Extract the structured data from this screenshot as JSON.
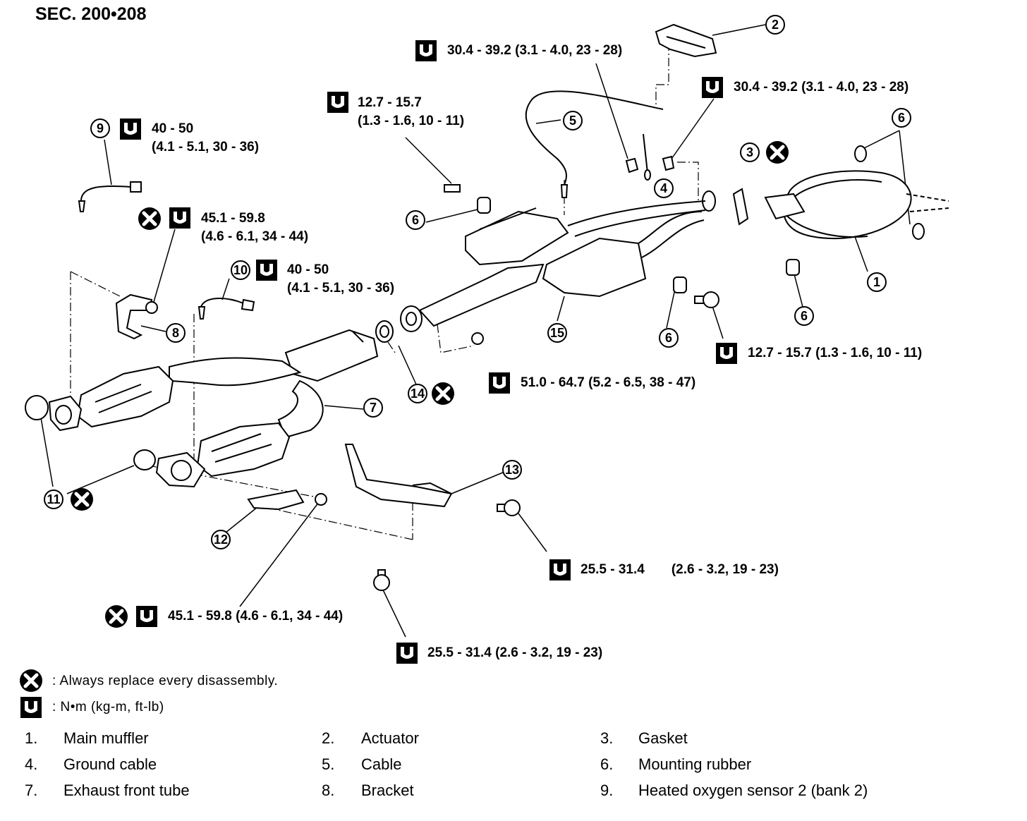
{
  "section": "SEC. 200•208",
  "callouts": [
    "1",
    "2",
    "3",
    "4",
    "5",
    "6",
    "7",
    "8",
    "9",
    "10",
    "11",
    "12",
    "13",
    "14",
    "15"
  ],
  "torques": {
    "t_actuator": "30.4 - 39.2 (3.1 - 4.0, 23 - 28)",
    "t_right_nut": "30.4 - 39.2 (3.1 - 4.0, 23 - 28)",
    "t_bolt_a1": "12.7 - 15.7",
    "t_bolt_a2": "(1.3 - 1.6, 10 - 11)",
    "t_sensor9_1": "40 - 50",
    "t_sensor9_2": "(4.1 - 5.1, 30 - 36)",
    "t_nut8_1": "45.1 - 59.8",
    "t_nut8_2": "(4.6 - 6.1, 34 - 44)",
    "t_sensor10_1": "40 - 50",
    "t_sensor10_2": "(4.1 - 5.1, 30 - 36)",
    "t_bolt_b": "12.7 - 15.7 (1.3 - 1.6, 10 - 11)",
    "t_nut14": "51.0 - 64.7 (5.2 - 6.5, 38 - 47)",
    "t_bolt13": "25.5 - 31.4  (2.6 - 3.2, 19 - 23)",
    "t_nut12": "45.1 - 59.8 (4.6 - 6.1, 34 - 44)",
    "t_bolt_bottom": "25.5 - 31.4 (2.6 - 3.2, 19 - 23)"
  },
  "legend": {
    "replace": ": Always replace every disassembly.",
    "units": ":  N•m  (kg-m,  ft-lb)"
  },
  "parts": [
    {
      "num": "1.",
      "name": "Main muffler"
    },
    {
      "num": "2.",
      "name": "Actuator"
    },
    {
      "num": "3.",
      "name": "Gasket"
    },
    {
      "num": "4.",
      "name": "Ground cable"
    },
    {
      "num": "5.",
      "name": "Cable"
    },
    {
      "num": "6.",
      "name": "Mounting rubber"
    },
    {
      "num": "7.",
      "name": "Exhaust front tube"
    },
    {
      "num": "8.",
      "name": "Bracket"
    },
    {
      "num": "9.",
      "name": "Heated oxygen sensor 2 (bank 2)"
    }
  ]
}
